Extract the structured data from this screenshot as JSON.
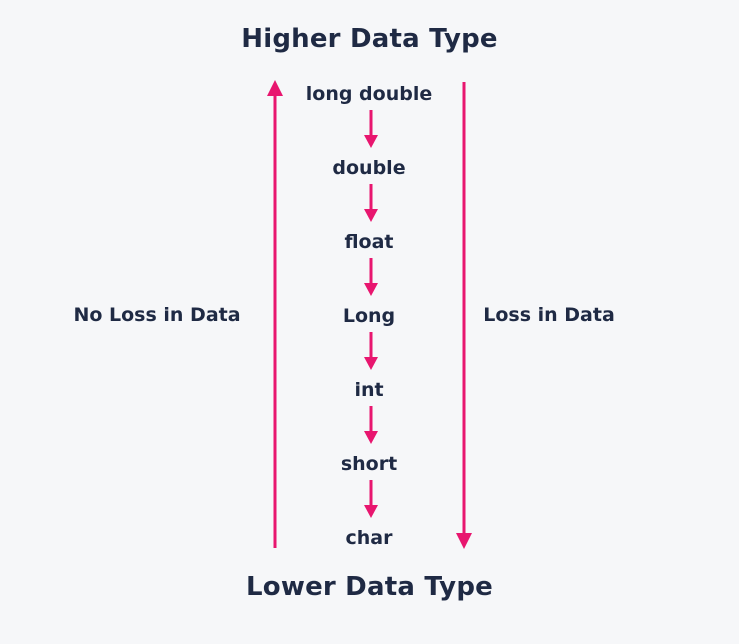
{
  "titles": {
    "higher": "Higher Data Type",
    "lower": "Lower Data Type"
  },
  "types": [
    "long double",
    "double",
    "float",
    "Long",
    "int",
    "short",
    "char"
  ],
  "side_labels": {
    "left": "No Loss in Data",
    "right": "Loss in Data"
  },
  "colors": {
    "arrow": "#e8166f",
    "text": "#1f2a44",
    "background": "#f6f7f9"
  }
}
